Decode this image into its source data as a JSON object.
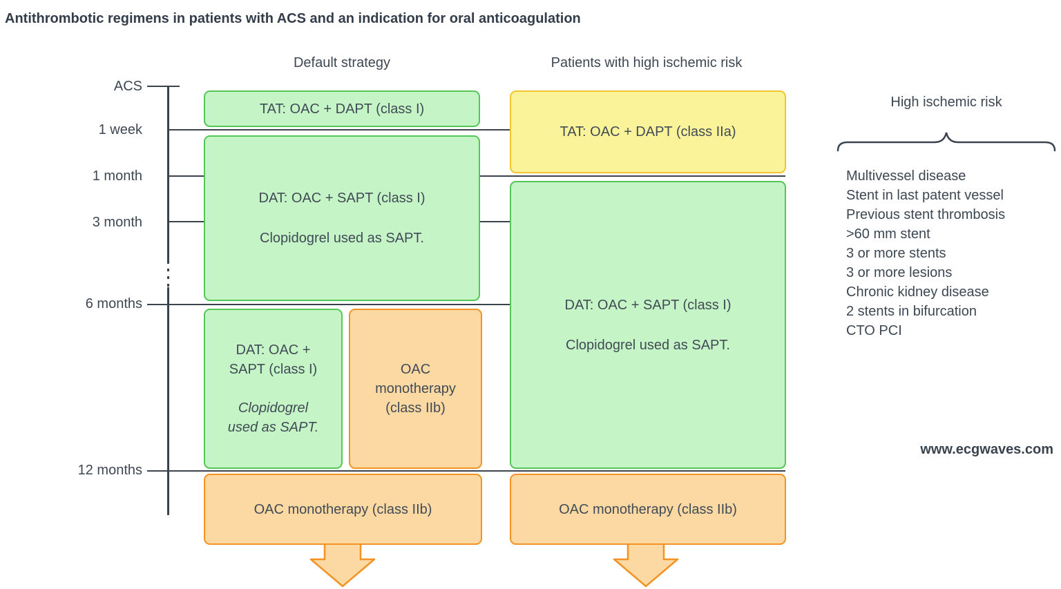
{
  "title": "Antithrombotic regimens in patients with ACS and an indication for oral anticoagulation",
  "columns": {
    "default": "Default strategy",
    "high_risk": "Patients with high ischemic risk"
  },
  "timeline": {
    "ticks": [
      "ACS",
      "1 week",
      "1 month",
      "3 month",
      "6 months",
      "12 months"
    ]
  },
  "boxes": {
    "tat_default": {
      "lines": [
        "TAT: OAC + DAPT (class I)"
      ]
    },
    "dat_default": {
      "lines": [
        "DAT: OAC + SAPT (class I)",
        "Clopidogrel used as SAPT."
      ]
    },
    "tat_high_risk": {
      "lines": [
        "TAT: OAC + DAPT (class IIa)"
      ]
    },
    "dat_high_risk": {
      "lines": [
        "DAT: OAC + SAPT (class I)",
        "Clopidogrel used as SAPT."
      ]
    },
    "dat_6_to_12": {
      "lines": [
        "DAT: OAC +",
        "SAPT (class I)"
      ],
      "italic_lines": [
        "Clopidogrel",
        "used as SAPT."
      ]
    },
    "oac_mono_6_to_12": {
      "lines": [
        "OAC",
        "monotherapy",
        "(class IIb)"
      ]
    },
    "oac_mono_after_12_default": {
      "lines": [
        "OAC monotherapy (class IIb)"
      ]
    },
    "oac_mono_after_12_high_risk": {
      "lines": [
        "OAC monotherapy (class IIb)"
      ]
    }
  },
  "risk_panel": {
    "title": "High ischemic risk",
    "items": [
      "Multivessel disease",
      "Stent in last patent vessel",
      "Previous stent thrombosis",
      ">60 mm stent",
      "3 or more stents",
      "3 or more lesions",
      "Chronic kidney disease",
      "2 stents in bifurcation",
      "CTO PCI"
    ]
  },
  "footer": {
    "website": "www.ecgwaves.com"
  },
  "colors": {
    "green_fill": "#c5f4c6",
    "green_border": "#53c657",
    "yellow_fill": "#fbf399",
    "yellow_border": "#f0c62c",
    "orange_fill": "#fcd8a2",
    "orange_border": "#f29324",
    "line": "#3a424e",
    "text": "#3d4752"
  }
}
